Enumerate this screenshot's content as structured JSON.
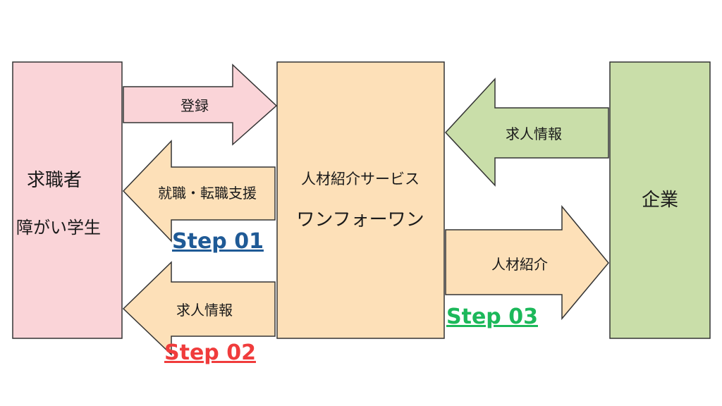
{
  "colors": {
    "jobseeker_box": "#fad4d8",
    "agency_box": "#fde0b8",
    "company_box": "#c9dea9",
    "register_arrow": "#fad4d8",
    "support_arrow": "#fde0b8",
    "job_info_left_arrow": "#fde0b8",
    "job_info_right_arrow": "#c9dea9",
    "referral_arrow": "#fde0b8",
    "step01": "#1f5a96",
    "step02": "#f03c3c",
    "step03": "#1cb85a"
  },
  "jobseeker": {
    "line1": "求職者",
    "line2": "障がい学生"
  },
  "agency": {
    "line1": "人材紹介サービス",
    "line2": "ワンフォーワン"
  },
  "company": {
    "label": "企業"
  },
  "arrows": {
    "register": "登録",
    "support": "就職・転職支援",
    "job_info_to_seeker": "求人情報",
    "job_info_from_company": "求人情報",
    "referral": "人材紹介"
  },
  "steps": {
    "step01": "Step 01",
    "step02": "Step 02",
    "step03": "Step 03"
  }
}
